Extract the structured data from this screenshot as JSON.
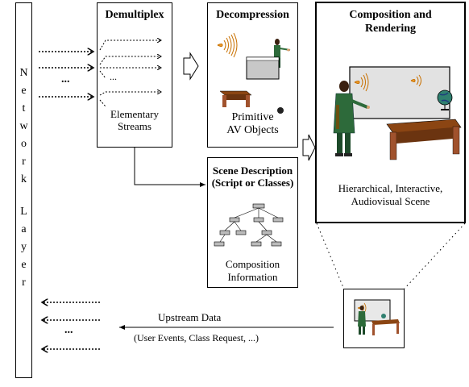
{
  "network_layer": {
    "letters": [
      "N",
      "e",
      "t",
      "w",
      "o",
      "r",
      "k",
      "",
      "L",
      "a",
      "y",
      "e",
      "r"
    ]
  },
  "demux": {
    "title": "Demultiplex",
    "caption_line1": "Elementary",
    "caption_line2": "Streams",
    "ellipsis": "..."
  },
  "decompression": {
    "title": "Decompression",
    "caption_line1": "Primitive",
    "caption_line2": "AV Objects"
  },
  "scene_description": {
    "title_line1": "Scene Description",
    "title_line2": "(Script or Classes)",
    "caption_line1": "Composition",
    "caption_line2": "Information"
  },
  "composition": {
    "title_line1": "Composition and",
    "title_line2": "Rendering",
    "caption_line1": "Hierarchical, Interactive,",
    "caption_line2": "Audiovisual Scene"
  },
  "upstream": {
    "title": "Upstream Data",
    "detail": "(User Events, Class Request, ...)",
    "ellipsis": "...",
    "left_ellipsis": "..."
  }
}
